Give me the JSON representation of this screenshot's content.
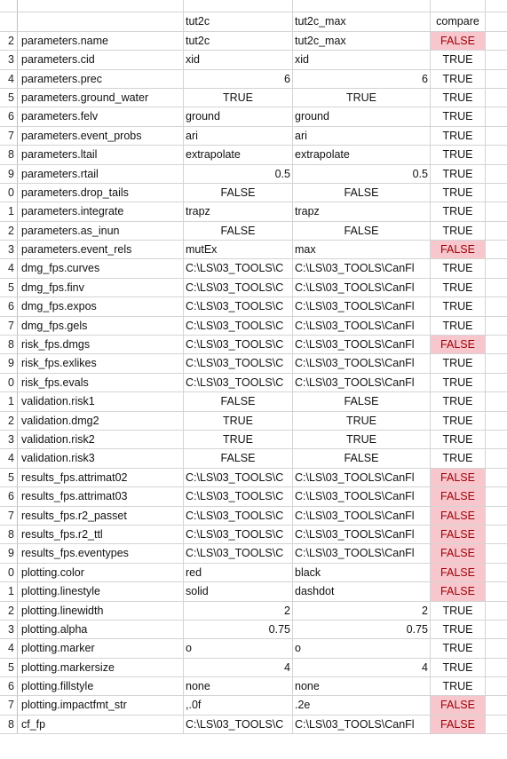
{
  "header": {
    "row_number": "",
    "key": "",
    "col1": "tut2c",
    "col2": "tut2c_max",
    "col3": "compare"
  },
  "top_partial": {
    "row_number": "",
    "key": "",
    "col1": "",
    "col2": "",
    "col3": ""
  },
  "colors": {
    "false_fill": "#f8c7cd",
    "false_text": "#9c0006",
    "gridline": "#d4d4d4"
  },
  "rows": [
    {
      "n": "2",
      "key": "parameters.name",
      "v1": "tut2c",
      "v1_align": "left",
      "v2": "tut2c_max",
      "v2_align": "left",
      "cmp": "FALSE"
    },
    {
      "n": "3",
      "key": "parameters.cid",
      "v1": "xid",
      "v1_align": "left",
      "v2": "xid",
      "v2_align": "left",
      "cmp": "TRUE"
    },
    {
      "n": "4",
      "key": "parameters.prec",
      "v1": "6",
      "v1_align": "right",
      "v2": "6",
      "v2_align": "right",
      "cmp": "TRUE"
    },
    {
      "n": "5",
      "key": "parameters.ground_water",
      "v1": "TRUE",
      "v1_align": "center",
      "v2": "TRUE",
      "v2_align": "center",
      "cmp": "TRUE"
    },
    {
      "n": "6",
      "key": "parameters.felv",
      "v1": "ground",
      "v1_align": "left",
      "v2": "ground",
      "v2_align": "left",
      "cmp": "TRUE"
    },
    {
      "n": "7",
      "key": "parameters.event_probs",
      "v1": "ari",
      "v1_align": "left",
      "v2": "ari",
      "v2_align": "left",
      "cmp": "TRUE"
    },
    {
      "n": "8",
      "key": "parameters.ltail",
      "v1": "extrapolate",
      "v1_align": "left",
      "v2": "extrapolate",
      "v2_align": "left",
      "cmp": "TRUE"
    },
    {
      "n": "9",
      "key": "parameters.rtail",
      "v1": "0.5",
      "v1_align": "right",
      "v2": "0.5",
      "v2_align": "right",
      "cmp": "TRUE"
    },
    {
      "n": "0",
      "key": "parameters.drop_tails",
      "v1": "FALSE",
      "v1_align": "center",
      "v2": "FALSE",
      "v2_align": "center",
      "cmp": "TRUE"
    },
    {
      "n": "1",
      "key": "parameters.integrate",
      "v1": "trapz",
      "v1_align": "left",
      "v2": "trapz",
      "v2_align": "left",
      "cmp": "TRUE"
    },
    {
      "n": "2",
      "key": "parameters.as_inun",
      "v1": "FALSE",
      "v1_align": "center",
      "v2": "FALSE",
      "v2_align": "center",
      "cmp": "TRUE"
    },
    {
      "n": "3",
      "key": "parameters.event_rels",
      "v1": "mutEx",
      "v1_align": "left",
      "v2": "max",
      "v2_align": "left",
      "cmp": "FALSE"
    },
    {
      "n": "4",
      "key": "dmg_fps.curves",
      "v1": "C:\\LS\\03_TOOLS\\C",
      "v1_align": "left",
      "v2": "C:\\LS\\03_TOOLS\\CanFl",
      "v2_align": "left",
      "cmp": "TRUE"
    },
    {
      "n": "5",
      "key": "dmg_fps.finv",
      "v1": "C:\\LS\\03_TOOLS\\C",
      "v1_align": "left",
      "v2": "C:\\LS\\03_TOOLS\\CanFl",
      "v2_align": "left",
      "cmp": "TRUE"
    },
    {
      "n": "6",
      "key": "dmg_fps.expos",
      "v1": "C:\\LS\\03_TOOLS\\C",
      "v1_align": "left",
      "v2": "C:\\LS\\03_TOOLS\\CanFl",
      "v2_align": "left",
      "cmp": "TRUE"
    },
    {
      "n": "7",
      "key": "dmg_fps.gels",
      "v1": "C:\\LS\\03_TOOLS\\C",
      "v1_align": "left",
      "v2": "C:\\LS\\03_TOOLS\\CanFl",
      "v2_align": "left",
      "cmp": "TRUE"
    },
    {
      "n": "8",
      "key": "risk_fps.dmgs",
      "v1": "C:\\LS\\03_TOOLS\\C",
      "v1_align": "left",
      "v2": "C:\\LS\\03_TOOLS\\CanFl",
      "v2_align": "left",
      "cmp": "FALSE"
    },
    {
      "n": "9",
      "key": "risk_fps.exlikes",
      "v1": "C:\\LS\\03_TOOLS\\C",
      "v1_align": "left",
      "v2": "C:\\LS\\03_TOOLS\\CanFl",
      "v2_align": "left",
      "cmp": "TRUE"
    },
    {
      "n": "0",
      "key": "risk_fps.evals",
      "v1": "C:\\LS\\03_TOOLS\\C",
      "v1_align": "left",
      "v2": "C:\\LS\\03_TOOLS\\CanFl",
      "v2_align": "left",
      "cmp": "TRUE"
    },
    {
      "n": "1",
      "key": "validation.risk1",
      "v1": "FALSE",
      "v1_align": "center",
      "v2": "FALSE",
      "v2_align": "center",
      "cmp": "TRUE"
    },
    {
      "n": "2",
      "key": "validation.dmg2",
      "v1": "TRUE",
      "v1_align": "center",
      "v2": "TRUE",
      "v2_align": "center",
      "cmp": "TRUE"
    },
    {
      "n": "3",
      "key": "validation.risk2",
      "v1": "TRUE",
      "v1_align": "center",
      "v2": "TRUE",
      "v2_align": "center",
      "cmp": "TRUE"
    },
    {
      "n": "4",
      "key": "validation.risk3",
      "v1": "FALSE",
      "v1_align": "center",
      "v2": "FALSE",
      "v2_align": "center",
      "cmp": "TRUE"
    },
    {
      "n": "5",
      "key": "results_fps.attrimat02",
      "v1": "C:\\LS\\03_TOOLS\\C",
      "v1_align": "left",
      "v2": "C:\\LS\\03_TOOLS\\CanFl",
      "v2_align": "left",
      "cmp": "FALSE"
    },
    {
      "n": "6",
      "key": "results_fps.attrimat03",
      "v1": "C:\\LS\\03_TOOLS\\C",
      "v1_align": "left",
      "v2": "C:\\LS\\03_TOOLS\\CanFl",
      "v2_align": "left",
      "cmp": "FALSE"
    },
    {
      "n": "7",
      "key": "results_fps.r2_passet",
      "v1": "C:\\LS\\03_TOOLS\\C",
      "v1_align": "left",
      "v2": "C:\\LS\\03_TOOLS\\CanFl",
      "v2_align": "left",
      "cmp": "FALSE"
    },
    {
      "n": "8",
      "key": "results_fps.r2_ttl",
      "v1": "C:\\LS\\03_TOOLS\\C",
      "v1_align": "left",
      "v2": "C:\\LS\\03_TOOLS\\CanFl",
      "v2_align": "left",
      "cmp": "FALSE"
    },
    {
      "n": "9",
      "key": "results_fps.eventypes",
      "v1": "C:\\LS\\03_TOOLS\\C",
      "v1_align": "left",
      "v2": "C:\\LS\\03_TOOLS\\CanFl",
      "v2_align": "left",
      "cmp": "FALSE"
    },
    {
      "n": "0",
      "key": "plotting.color",
      "v1": "red",
      "v1_align": "left",
      "v2": "black",
      "v2_align": "left",
      "cmp": "FALSE"
    },
    {
      "n": "1",
      "key": "plotting.linestyle",
      "v1": "solid",
      "v1_align": "left",
      "v2": "dashdot",
      "v2_align": "left",
      "cmp": "FALSE"
    },
    {
      "n": "2",
      "key": "plotting.linewidth",
      "v1": "2",
      "v1_align": "right",
      "v2": "2",
      "v2_align": "right",
      "cmp": "TRUE"
    },
    {
      "n": "3",
      "key": "plotting.alpha",
      "v1": "0.75",
      "v1_align": "right",
      "v2": "0.75",
      "v2_align": "right",
      "cmp": "TRUE"
    },
    {
      "n": "4",
      "key": "plotting.marker",
      "v1": "o",
      "v1_align": "left",
      "v2": "o",
      "v2_align": "left",
      "cmp": "TRUE"
    },
    {
      "n": "5",
      "key": "plotting.markersize",
      "v1": "4",
      "v1_align": "right",
      "v2": "4",
      "v2_align": "right",
      "cmp": "TRUE"
    },
    {
      "n": "6",
      "key": "plotting.fillstyle",
      "v1": "none",
      "v1_align": "left",
      "v2": "none",
      "v2_align": "left",
      "cmp": "TRUE"
    },
    {
      "n": "7",
      "key": "plotting.impactfmt_str",
      "v1": ",.0f",
      "v1_align": "left",
      "v2": ".2e",
      "v2_align": "left",
      "cmp": "FALSE"
    },
    {
      "n": "8",
      "key": "cf_fp",
      "v1": "C:\\LS\\03_TOOLS\\C",
      "v1_align": "left",
      "v2": "C:\\LS\\03_TOOLS\\CanFl",
      "v2_align": "left",
      "cmp": "FALSE"
    }
  ]
}
